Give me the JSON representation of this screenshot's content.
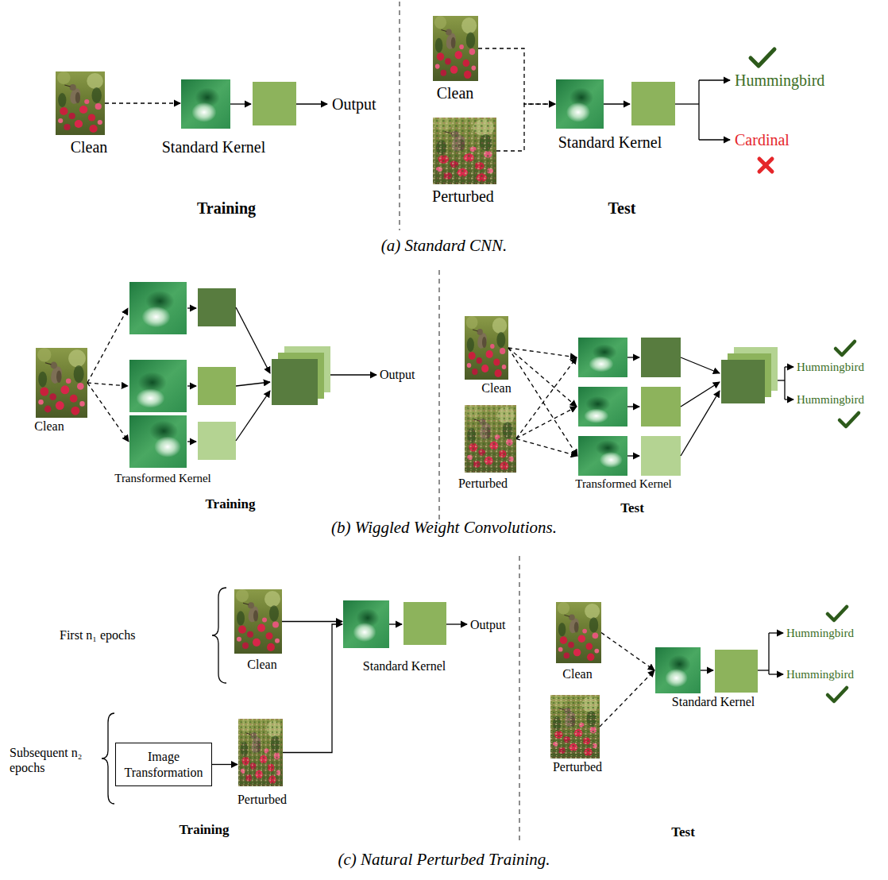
{
  "diagram": {
    "nodes": [
      {
        "text": [
          "Clean"
        ]
      },
      {
        "text": [
          "Standard Kernel"
        ]
      },
      {
        "text": [
          "Clean"
        ]
      },
      {
        "text": [
          "Perturbed"
        ]
      },
      {
        "text": [
          "Standard Kernel"
        ]
      },
      {
        "text": [
          "Clean"
        ]
      },
      {
        "text": [
          "Transformed Kernel"
        ]
      },
      {
        "text": [
          "Clean"
        ]
      },
      {
        "text": [
          "Perturbed"
        ]
      },
      {
        "text": [
          "Transformed Kernel"
        ]
      },
      {
        "text": [
          "Clean"
        ]
      },
      {
        "text": [
          "Standard Kernel"
        ]
      },
      {
        "text": [
          "Image Transformation"
        ]
      },
      {
        "text": [
          "Perturbed"
        ]
      },
      {
        "text": [
          "Clean"
        ]
      },
      {
        "text": [
          "Perturbed"
        ]
      },
      {
        "text": [
          "Standard Kernel"
        ]
      }
    ],
    "edges": [
      {
        "from": 0,
        "to": 1,
        "arrow": "to"
      },
      {
        "from": 2,
        "to": 4,
        "arrow": "to"
      },
      {
        "from": 3,
        "to": 4,
        "arrow": "to"
      },
      {
        "from": 5,
        "to": 6,
        "arrow": "to"
      },
      {
        "from": 7,
        "to": 9,
        "arrow": "to"
      },
      {
        "from": 8,
        "to": 9,
        "arrow": "to"
      },
      {
        "from": 10,
        "to": 11,
        "arrow": "to"
      },
      {
        "from": 12,
        "to": 13,
        "arrow": "to"
      },
      {
        "from": 13,
        "to": 11,
        "arrow": "to"
      },
      {
        "from": 14,
        "to": 16,
        "arrow": "to"
      },
      {
        "from": 15,
        "to": 16,
        "arrow": "to"
      }
    ],
    "labels": [
      "Output",
      "Training",
      "Hummingbird",
      "Cardinal",
      "Test",
      "(a) Standard CNN.",
      "Output",
      "Training",
      "Hummingbird",
      "Hummingbird",
      "Test",
      "(b) Wiggled Weight Convolutions.",
      "First n₁ epochs",
      "Output",
      "Subsequent n₂ epochs",
      "Training",
      "Hummingbird",
      "Hummingbird",
      "Test",
      "(c) Natural Perturbed Training."
    ]
  }
}
